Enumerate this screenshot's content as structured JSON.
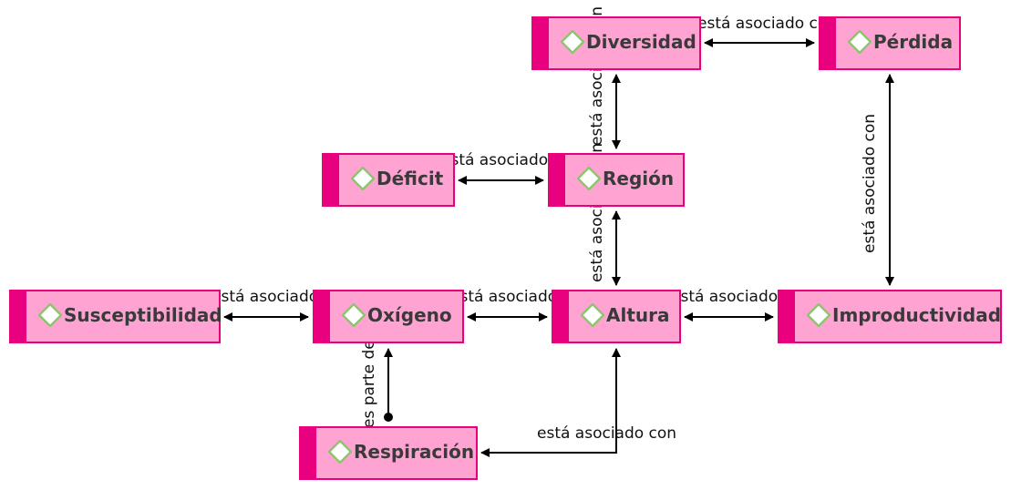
{
  "colors": {
    "node_fill": "#ffa3d3",
    "node_border": "#e9007f",
    "node_text": "#3a3a3a",
    "diamond_stroke": "#8fc46f",
    "edge": "#000000"
  },
  "nodes": {
    "diversidad": "Diversidad",
    "perdida": "Pérdida",
    "deficit": "Déficit",
    "region": "Región",
    "susceptibilidad": "Susceptibilidad",
    "oxigeno": "Oxígeno",
    "altura": "Altura",
    "improductividad": "Improductividad",
    "respiracion": "Respiración"
  },
  "edges": {
    "diversidad_perdida": "está asociado con",
    "diversidad_region": "está asociado con",
    "perdida_improductividad": "está asociado con",
    "deficit_region": "está asociado con",
    "region_altura": "está asociado con",
    "susceptibilidad_oxigeno": "está asociado con",
    "oxigeno_altura": "está asociado con",
    "altura_improductividad": "está asociado con",
    "respiracion_oxigeno": "es parte de",
    "altura_respiracion": "está asociado con"
  }
}
